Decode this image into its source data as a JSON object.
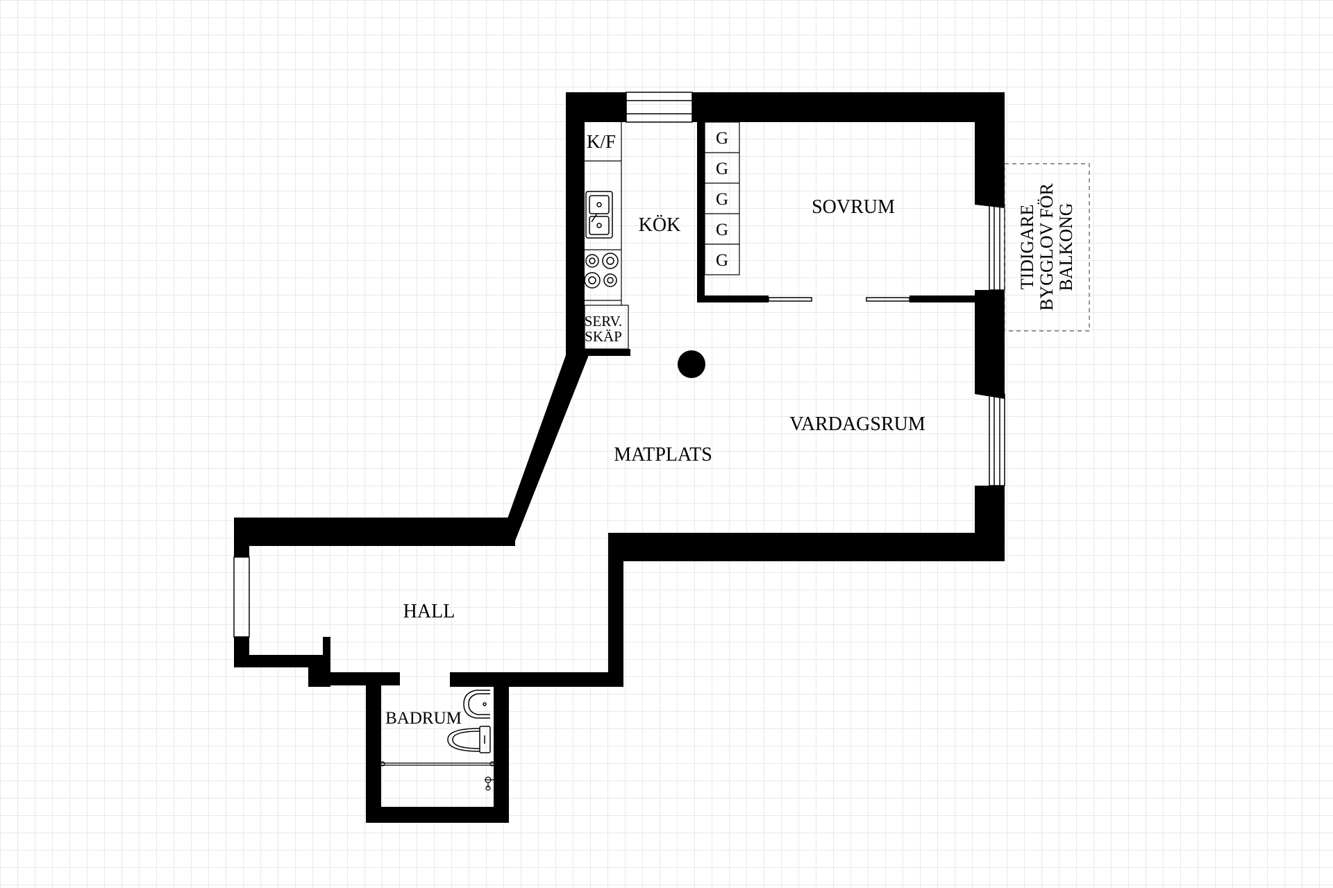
{
  "rooms": {
    "kitchen": "KÖK",
    "bedroom": "SOVRUM",
    "living": "VARDAGSRUM",
    "dining": "MATPLATS",
    "hall": "HALL",
    "bathroom": "BADRUM"
  },
  "fixtures": {
    "fridge_freezer": "K/F",
    "service_cabinet_line1": "SERV.",
    "service_cabinet_line2": "SKÄP",
    "wardrobe": "G"
  },
  "balcony_note": {
    "line1": "TIDIGARE",
    "line2": "BYGGLOV FÖR",
    "line3": "BALKONG"
  },
  "colors": {
    "wall": "#000000",
    "background": "#ffffff",
    "grid": "#e9e9e9"
  }
}
